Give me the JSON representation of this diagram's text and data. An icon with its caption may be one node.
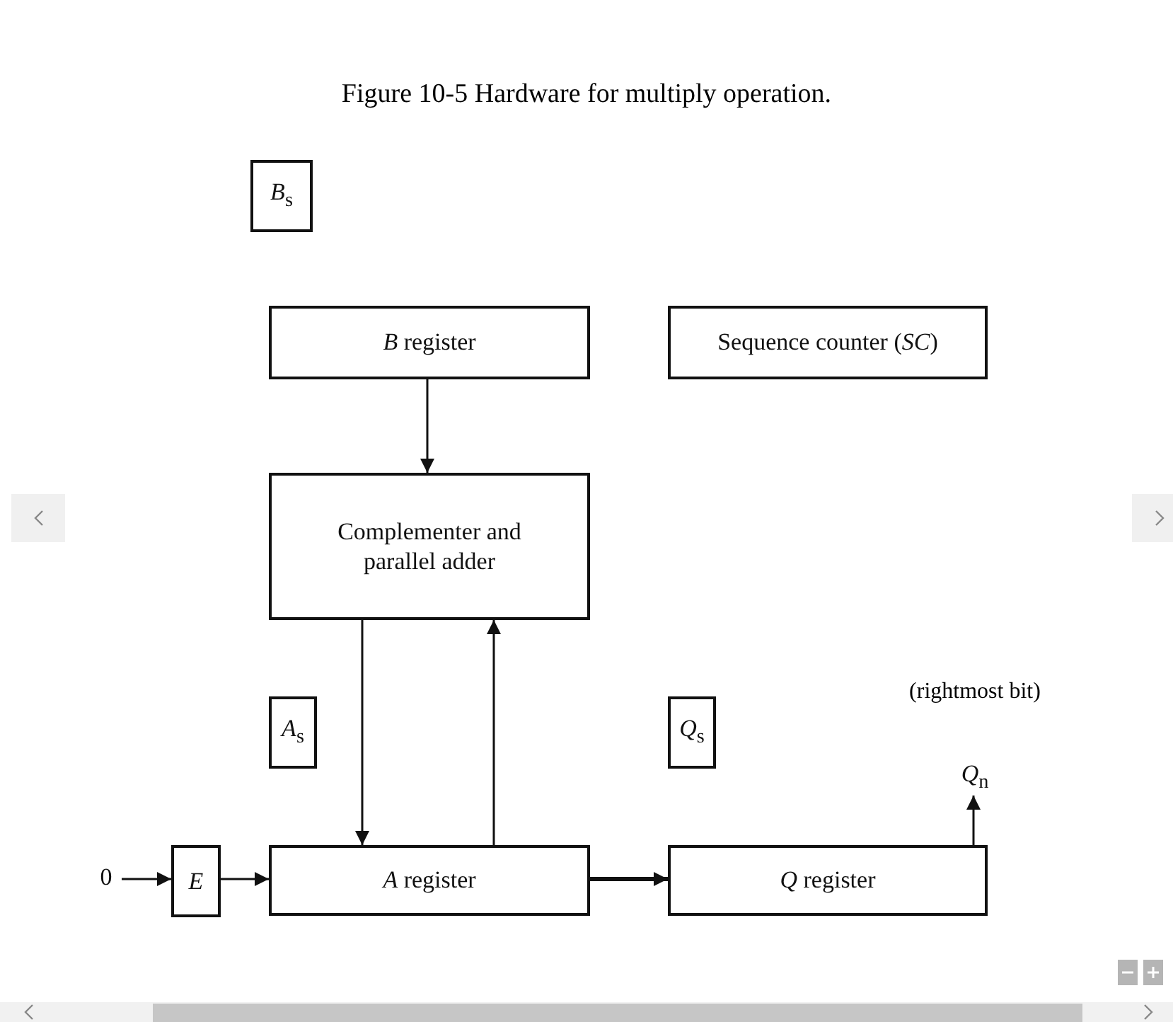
{
  "diagram": {
    "title": "Figure 10-5 Hardware for multiply operation.",
    "nodes": [
      {
        "text": [
          "*B*$_{s}$"
        ]
      },
      {
        "text": [
          "*B* register"
        ]
      },
      {
        "text": [
          "Sequence counter (*SC*)"
        ]
      },
      {
        "text": [
          "Complementer and parallel adder"
        ]
      },
      {
        "text": [
          "*A*$_{s}$"
        ]
      },
      {
        "text": [
          "*Q*$_{s}$"
        ]
      },
      {
        "text": [
          "0"
        ]
      },
      {
        "text": [
          "*E*"
        ]
      },
      {
        "text": [
          "*A* register"
        ]
      },
      {
        "text": [
          "*Q* register"
        ]
      },
      {
        "text": [
          "*Q*$_{n}$"
        ],
        "beside": [
          "(rightmost bit)"
        ]
      }
    ],
    "edges": [
      {
        "from": 1,
        "to": 3,
        "arrow": "to"
      },
      {
        "from": 3,
        "to": 8,
        "arrow": "to"
      },
      {
        "from": 8,
        "to": 3,
        "arrow": "to"
      },
      {
        "from": 6,
        "to": 7,
        "arrow": "to"
      },
      {
        "from": 7,
        "to": 8,
        "arrow": "to"
      },
      {
        "from": 8,
        "to": 9,
        "arrow": "to",
        "style": "thick"
      },
      {
        "from": 9,
        "to": 10,
        "arrow": "to"
      }
    ]
  }
}
